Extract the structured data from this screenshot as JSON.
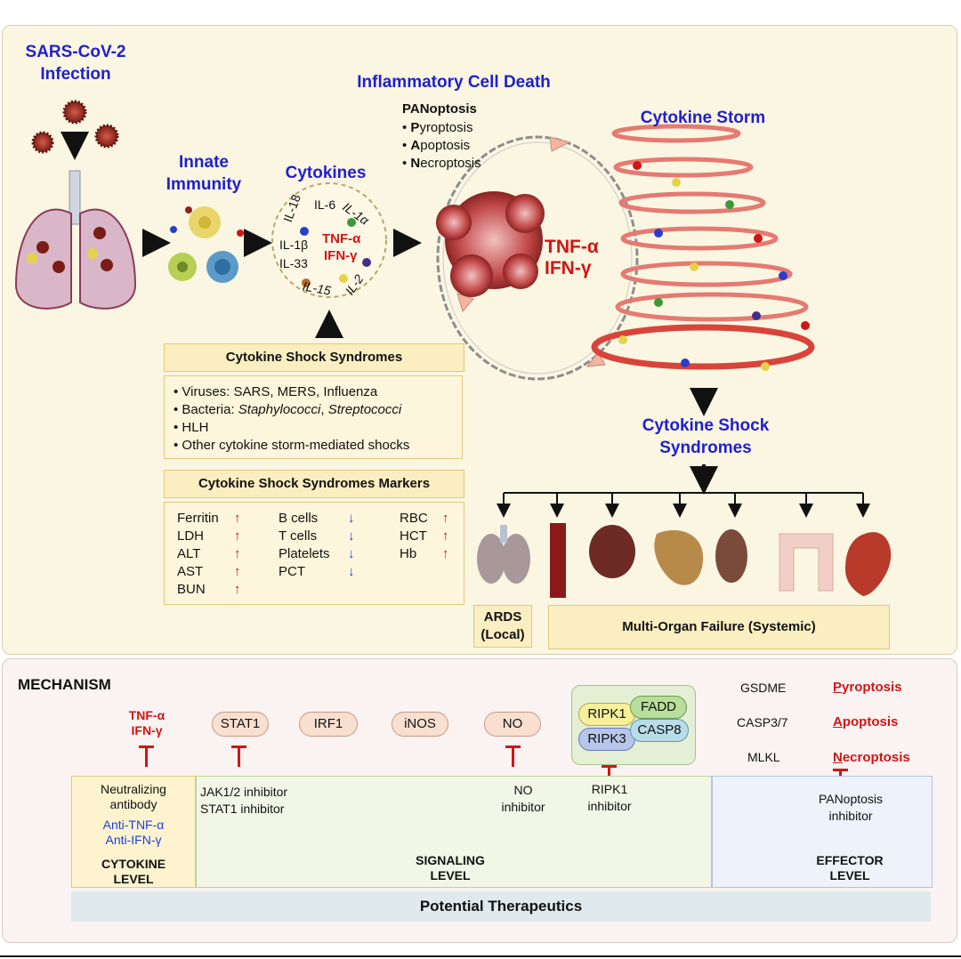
{
  "top": {
    "sars": "SARS-CoV-2\nInfection",
    "innate": "Innate\nImmunity",
    "cytokines_title": "Cytokines",
    "cytokine_labels": [
      "IL-18",
      "IL-6",
      "IL-1α",
      "IL-1β",
      "IL-33",
      "IL-15",
      "IL-2"
    ],
    "tnf": "TNF-α",
    "ifn": "IFN-γ",
    "icd_title": "Inflammatory Cell Death",
    "panoptosis": "PANoptosis",
    "pan_items": [
      {
        "bold": "P",
        "rest": "yroptosis"
      },
      {
        "bold": "A",
        "rest": "poptosis"
      },
      {
        "bold": "N",
        "rest": "ecroptosis"
      }
    ],
    "storm_title": "Cytokine Storm",
    "css_title": "Cytokine Shock\nSyndromes",
    "css_box_title": "Cytokine Shock Syndromes",
    "css_items": [
      "• Viruses: SARS, MERS, Influenza",
      "• Bacteria: ",
      "• HLH",
      "• Other cytokine storm-mediated shocks"
    ],
    "bacteria_italic_1": "Staphylococci",
    "bacteria_sep": ", ",
    "bacteria_italic_2": "Streptococci",
    "markers_title": "Cytokine Shock Syndromes Markers",
    "markers": {
      "col1": [
        "Ferritin",
        "LDH",
        "ALT",
        "AST",
        "BUN"
      ],
      "col2": [
        "B cells",
        "T cells",
        "Platelets",
        "PCT"
      ],
      "col3": [
        "RBC",
        "HCT",
        "Hb"
      ],
      "up_arrow": "↑",
      "down_arrow": "↓"
    },
    "ards": "ARDS\n(Local)",
    "mof": "Multi-Organ Failure (Systemic)"
  },
  "mechanism": {
    "title": "MECHANISM",
    "tnf": "TNF-α",
    "ifn": "IFN-γ",
    "nodes": [
      "STAT1",
      "IRF1",
      "iNOS",
      "NO"
    ],
    "complex": [
      "RIPK1",
      "FADD",
      "RIPK3",
      "CASP8"
    ],
    "effectors": [
      "GSDME",
      "CASP3/7",
      "MLKL"
    ],
    "outcomes": [
      {
        "first": "P",
        "rest": "yroptosis"
      },
      {
        "first": "A",
        "rest": "poptosis"
      },
      {
        "first": "N",
        "rest": "ecroptosis"
      }
    ],
    "neutralizing": "Neutralizing\nantibody",
    "anti": "Anti-TNF-α\nAnti-IFN-γ",
    "jak": "JAK1/2 inhibitor\nSTAT1 inhibitor",
    "no_inh": "NO\ninhibitor",
    "ripk1_inh": "RIPK1\ninhibitor",
    "pan_inh": "PANoptosis\ninhibitor",
    "levels": [
      "CYTOKINE\nLEVEL",
      "SIGNALING\nLEVEL",
      "EFFECTOR\nLEVEL"
    ],
    "therapeutics": "Potential Therapeutics"
  },
  "colors": {
    "title_blue": "#1f1fd1",
    "accent_red": "#d01515",
    "panel_top": "#fbf6e2",
    "panel_bottom": "#fbf3f1"
  }
}
